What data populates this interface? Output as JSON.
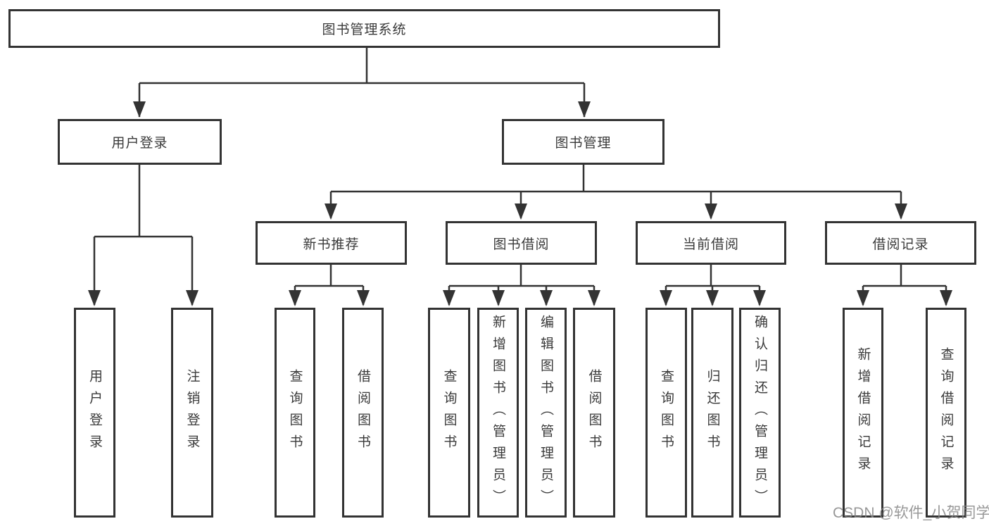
{
  "diagram": {
    "root": {
      "label": "图书管理系统"
    },
    "user_login": {
      "label": "用户登录",
      "children": {
        "login": "用户登录",
        "logout": "注销登录"
      }
    },
    "book_mgmt": {
      "label": "图书管理",
      "new_book_rec": {
        "label": "新书推荐",
        "children": {
          "query_book": "查询图书",
          "borrow_book": "借阅图书"
        }
      },
      "book_borrow": {
        "label": "图书借阅",
        "children": {
          "query_book": "查询图书",
          "add_book": "新增图书（管理员）",
          "edit_book": "编辑图书（管理员）",
          "borrow_book": "借阅图书"
        }
      },
      "current_borrow": {
        "label": "当前借阅",
        "children": {
          "query_book": "查询图书",
          "return_book": "归还图书",
          "confirm_return": "确认归还（管理员）"
        }
      },
      "borrow_record": {
        "label": "借阅记录",
        "children": {
          "add_record": "新增借阅记录",
          "query_record": "查询借阅记录"
        }
      }
    }
  },
  "watermark": {
    "text": "CSDN @软件_小贺同学"
  },
  "colors": {
    "line": "#333333",
    "box_background": "#ffffff",
    "text": "#3a3a3a",
    "watermark": "#868686"
  }
}
